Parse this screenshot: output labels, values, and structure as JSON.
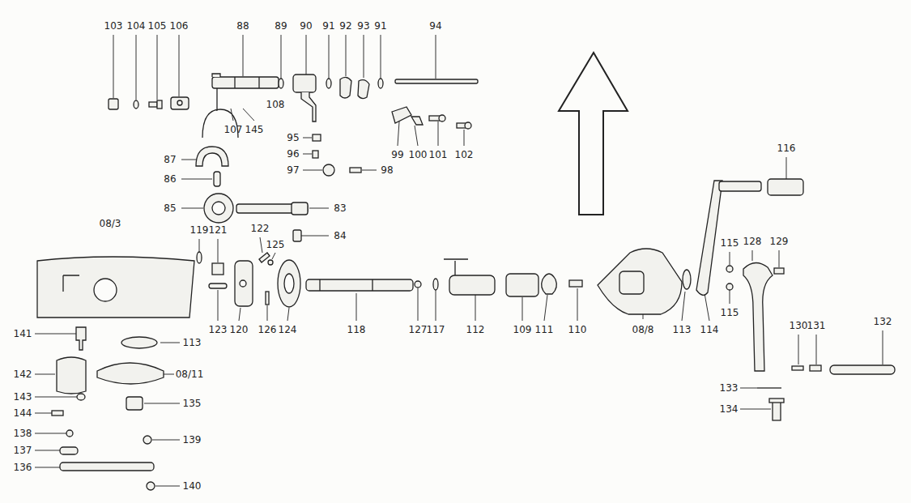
{
  "diagram": {
    "labels": [
      "103",
      "104",
      "105",
      "106",
      "88",
      "89",
      "90",
      "91",
      "92",
      "93",
      "91",
      "94",
      "108",
      "107",
      "145",
      "95",
      "96",
      "97",
      "98",
      "99",
      "100",
      "101",
      "102",
      "87",
      "86",
      "85",
      "83",
      "84",
      "116",
      "08/3",
      "119",
      "121",
      "122",
      "125",
      "115",
      "128",
      "129",
      "141",
      "113",
      "142",
      "08/11",
      "143",
      "135",
      "144",
      "138",
      "139",
      "137",
      "136",
      "140",
      "123",
      "120",
      "126",
      "124",
      "118",
      "127",
      "117",
      "112",
      "109",
      "111",
      "110",
      "08/8",
      "113",
      "114",
      "115",
      "130",
      "131",
      "132",
      "133",
      "134"
    ]
  }
}
